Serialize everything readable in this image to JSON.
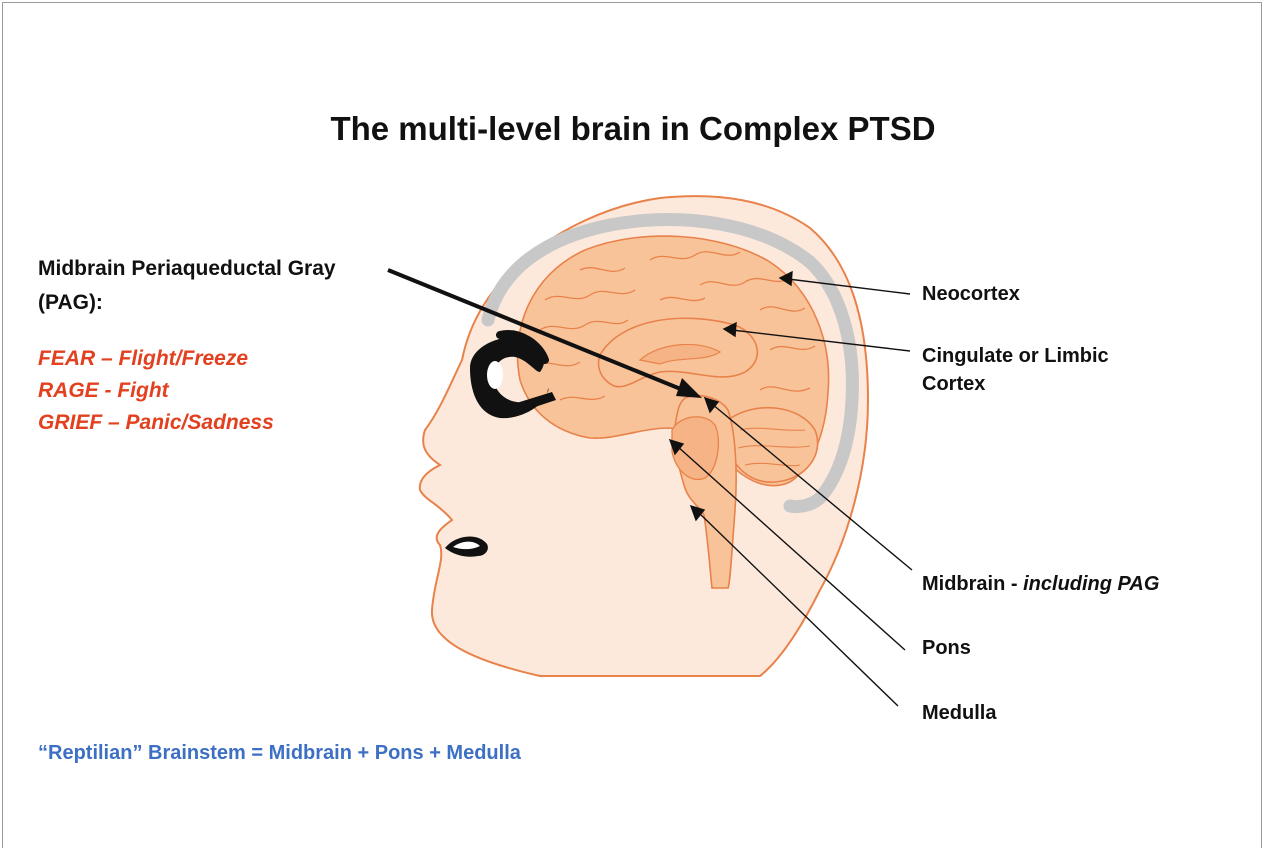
{
  "title": "The multi-level brain in Complex PTSD",
  "pag": {
    "heading_line1": "Midbrain Periaqueductal Gray",
    "heading_line2": "(PAG):",
    "emotions": [
      "FEAR – Flight/Freeze",
      "RAGE - Fight",
      "GRIEF – Panic/Sadness"
    ]
  },
  "labels": {
    "neocortex": "Neocortex",
    "cingulate_line1": "Cingulate or Limbic",
    "cingulate_line2": "Cortex",
    "midbrain_prefix": "Midbrain - ",
    "midbrain_italic": "including PAG",
    "pons": "Pons",
    "medulla": "Medulla"
  },
  "footer": "“Reptilian” Brainstem = Midbrain + Pons + Medulla",
  "colors": {
    "emotion_text": "#e2401f",
    "footer_text": "#3d6fc4",
    "brain_fill": "#f9c39a",
    "brain_stroke": "#e8824a",
    "skin_fill": "#fde9dc",
    "skull_band": "#c8c8c8"
  }
}
